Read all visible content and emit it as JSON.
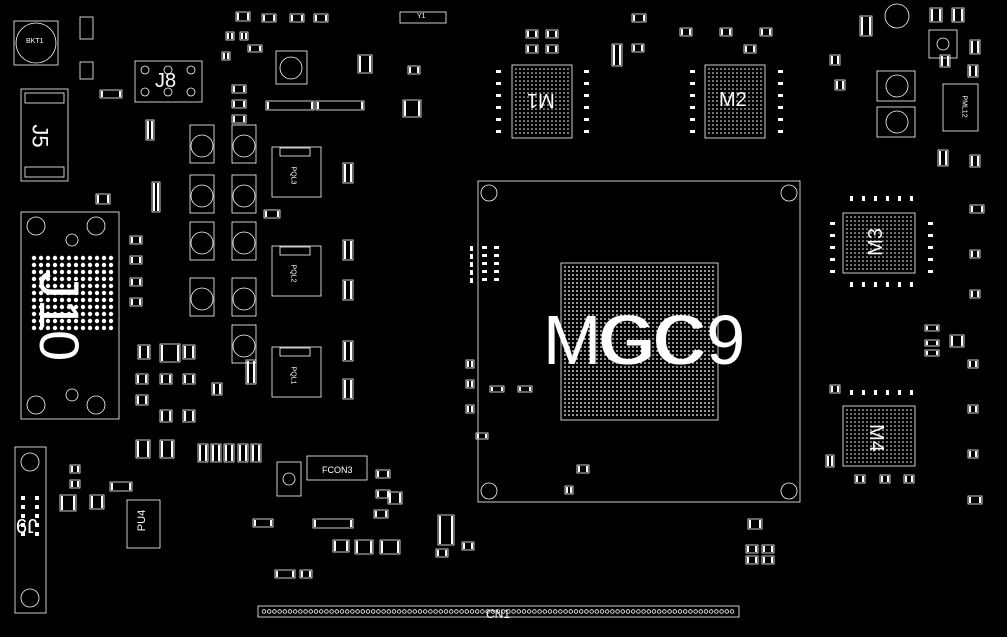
{
  "board": {
    "colors": {
      "background": "#000000",
      "outline": "#ffffff",
      "pad": "#ffffff"
    }
  },
  "labels": {
    "mgc9_a": "MGC9",
    "mgc9_b": "GC",
    "j10": "J10",
    "j5": "J5",
    "j8": "J8",
    "j9": "J9",
    "m1": "M1",
    "m2": "M2",
    "m3": "M3",
    "m4": "M4",
    "cn1": "CN1",
    "fcon3": "FCON3",
    "pu4": "PU4",
    "bkt1": "BKT1",
    "y1": "Y1",
    "pml12": "PML12",
    "pql1": "PQL1",
    "pql2": "PQL2",
    "pql3": "PQL3"
  }
}
